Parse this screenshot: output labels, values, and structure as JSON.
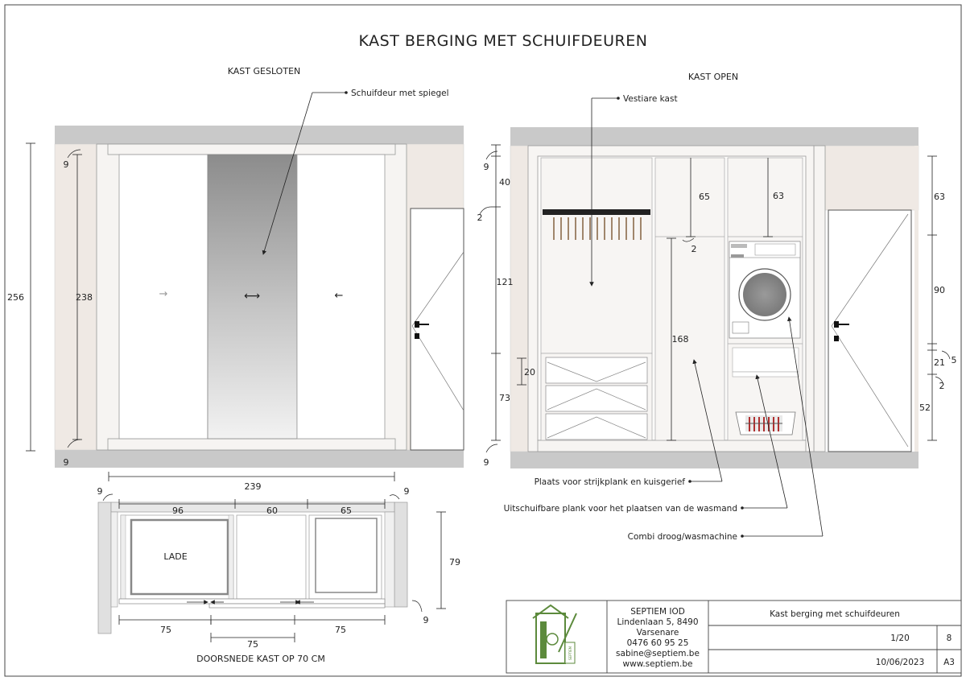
{
  "title": "KAST BERGING MET SCHUIFDEUREN",
  "closed_view": {
    "title": "KAST GESLOTEN",
    "callout": "Schuifdeur met spiegel",
    "dims": {
      "total_height": "256",
      "inner_height": "238",
      "top": "9",
      "bottom": "9"
    },
    "arrows": {
      "left": "→",
      "middle": "⟷",
      "right": "←"
    }
  },
  "open_view": {
    "title": "KAST OPEN",
    "callouts": {
      "wardrobe": "Vestiare kast",
      "ironing": "Plaats voor strijkplank en kuisgerief",
      "basket_shelf": "Uitschuifbare plank voor het plaatsen van de wasmand",
      "machine": "Combi droog/wasmachine"
    },
    "dims": {
      "top": "9",
      "d40": "40",
      "d2a": "2",
      "d121": "121",
      "d20": "20",
      "d73": "73",
      "bottom": "9",
      "d65": "65",
      "d2b": "2",
      "d168": "168",
      "d63a": "63",
      "d63b": "63",
      "d90": "90",
      "d5": "5",
      "d21": "21",
      "d2c": "2",
      "d52": "52"
    }
  },
  "section_view": {
    "title": "DOORSNEDE KAST OP 70 CM",
    "drawer_label": "LADE",
    "dims": {
      "total_width": "239",
      "left": "9",
      "right": "9",
      "w96": "96",
      "w60": "60",
      "w65": "65",
      "depth": "79",
      "bottom": "9",
      "door1": "75",
      "door2": "75",
      "door3": "75"
    }
  },
  "title_block": {
    "company_name": "SEPTIEM IOD",
    "address1": "Lindenlaan 5, 8490",
    "address2": "Varsenare",
    "phone": "0476 60 95 25",
    "email": "sabine@septiem.be",
    "website": "www.septiem.be",
    "drawing_title": "Kast berging met schuifdeuren",
    "scale": "1/20",
    "sheet_number": "8",
    "date": "10/06/2023",
    "paper_size": "A3",
    "logo_text": "SEPTIEM"
  }
}
